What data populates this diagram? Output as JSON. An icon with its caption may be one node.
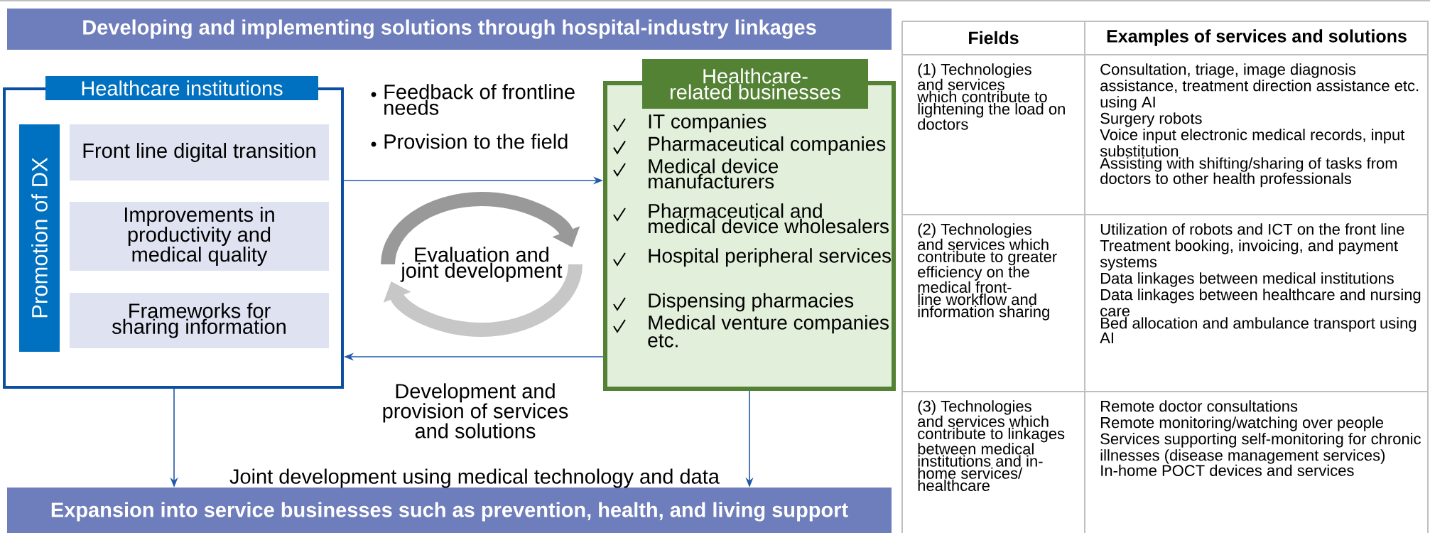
{
  "diagram": {
    "nodes": [
      {
        "text": [
          "Developing and implementing solutions through hospital-industry linkages"
        ]
      },
      {
        "text": [
          "Healthcare institutions"
        ]
      },
      {
        "text": [
          "Promotion of DX"
        ],
        "in": 1
      },
      {
        "text": [
          "Front line digital transition"
        ],
        "in": 1
      },
      {
        "text": [
          "Improvements in productivity and medical quality"
        ],
        "in": 1
      },
      {
        "text": [
          "Frameworks for sharing information"
        ],
        "in": 1
      },
      {
        "text": [
          "Healthcare-related businesses",
          "IT companies",
          "Pharmaceutical companies",
          "Medical device manufacturers",
          "Pharmaceutical and medical device wholesalers",
          "Hospital peripheral services",
          "Dispensing pharmacies",
          "Medical venture companies etc."
        ]
      },
      {
        "text": [
          "Expansion into service businesses such as prevention, health, and living support"
        ]
      }
    ],
    "edges": [
      {
        "from": 1,
        "to": 6,
        "arrow": "to"
      },
      {
        "from": 6,
        "to": 1,
        "arrow": "to",
        "label": "Development and provision of services and solutions"
      },
      {
        "from": 1,
        "to": 7,
        "arrow": "to"
      },
      {
        "from": 6,
        "to": 7,
        "arrow": "to"
      }
    ],
    "labels": [
      "Feedback of frontline needs",
      "Provision to the field",
      "Evaluation and joint development",
      "Joint development using medical technology and data",
      "Fields",
      "Examples of services and solutions",
      "(1) Technologies and services which contribute to lightening the load on doctors",
      "Consultation, triage, image diagnosis assistance, treatment direction assistance etc. using AI",
      "Surgery robots",
      "Voice input electronic medical records, input substitution",
      "Assisting with shifting/sharing of tasks from doctors to other health professionals",
      "(2) Technologies and services which contribute to greater efficiency on the medical front-line workflow and information sharing",
      "Utilization of robots and ICT on the front line",
      "Treatment booking, invoicing, and payment systems",
      "Data linkages between medical institutions",
      "Data linkages between healthcare and nursing care",
      "Bed allocation and ambulance transport using AI",
      "(3) Technologies and services which contribute to linkages between medical institutions and in-home services/ healthcare",
      "Remote doctor consultations",
      "Remote monitoring/watching over people",
      "Services supporting self-monitoring for chronic illnesses (disease management services)",
      "In-home POCT devices and services"
    ]
  }
}
